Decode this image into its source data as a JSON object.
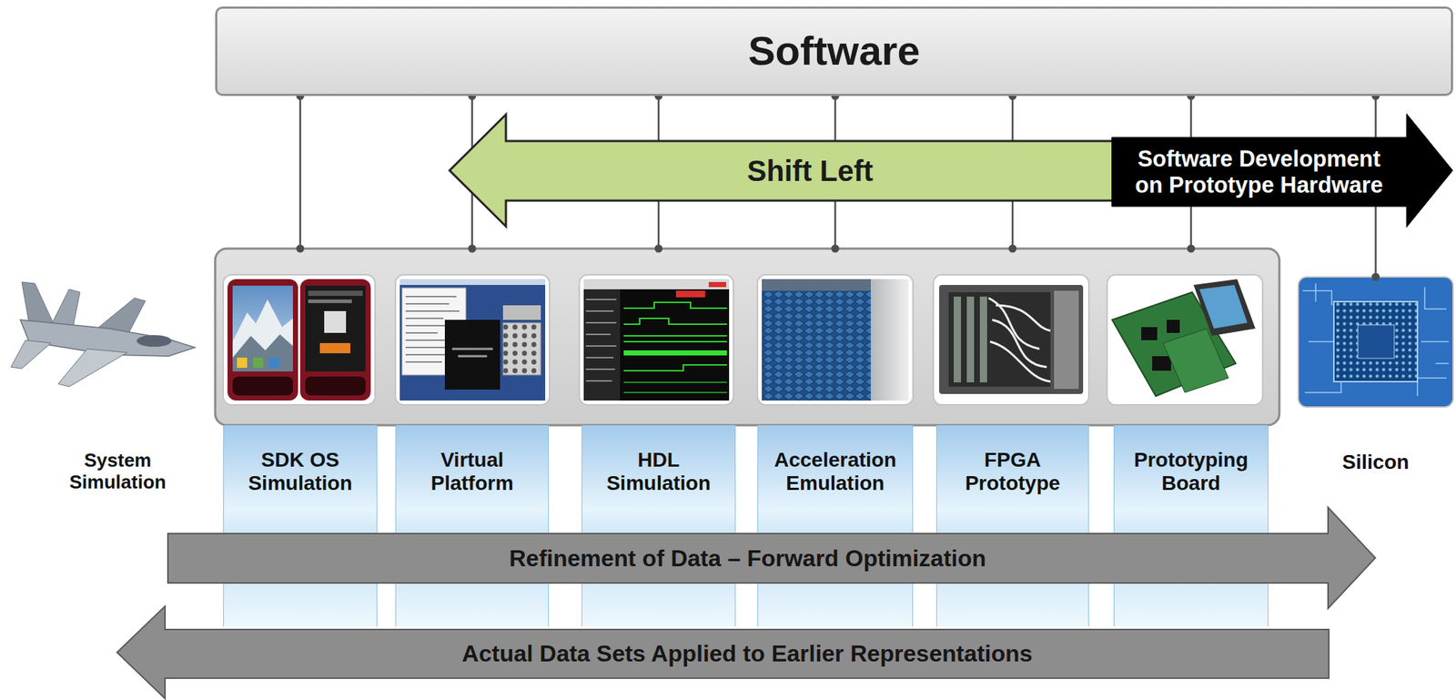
{
  "diagram": {
    "nodes": [
      {
        "text": [
          "Software"
        ]
      },
      {
        "text": [
          "Shift Left"
        ]
      },
      {
        "text": [
          "Software Development on Prototype Hardware"
        ]
      },
      {
        "text": [
          "SDK OS Simulation"
        ]
      },
      {
        "text": [
          "Virtual Platform"
        ]
      },
      {
        "text": [
          "HDL Simulation"
        ]
      },
      {
        "text": [
          "Acceleration Emulation"
        ]
      },
      {
        "text": [
          "FPGA Prototype"
        ]
      },
      {
        "text": [
          "Prototyping Board"
        ]
      },
      {
        "text": [
          "Silicon"
        ]
      },
      {
        "text": [
          "Refinement of Data – Forward Optimization"
        ]
      },
      {
        "text": [
          "Actual Data Sets Applied to Earlier Representations"
        ]
      }
    ],
    "edges": [
      {
        "from": 0,
        "to": 3,
        "arrow": "none"
      },
      {
        "from": 0,
        "to": 4,
        "arrow": "none"
      },
      {
        "from": 0,
        "to": 5,
        "arrow": "none"
      },
      {
        "from": 0,
        "to": 6,
        "arrow": "none"
      },
      {
        "from": 0,
        "to": 7,
        "arrow": "none"
      },
      {
        "from": 0,
        "to": 8,
        "arrow": "none"
      },
      {
        "from": 0,
        "to": 9,
        "arrow": "none"
      }
    ],
    "labels": [
      "System Simulation"
    ]
  }
}
